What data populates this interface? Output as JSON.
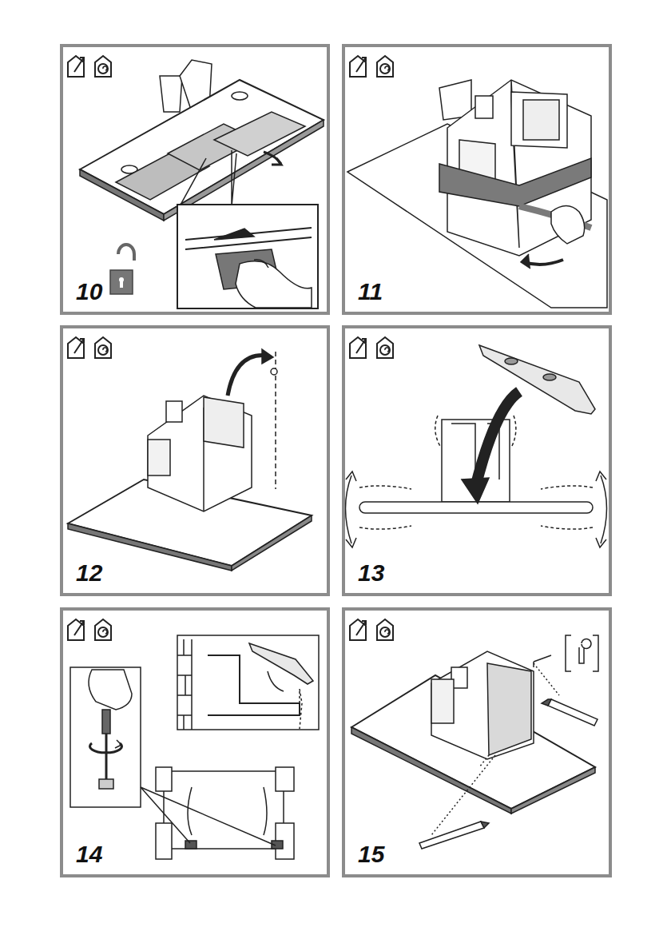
{
  "diagram": {
    "nodes": [
      {
        "text": [
          "10"
        ]
      },
      {
        "text": [
          "11"
        ]
      },
      {
        "text": [
          "12"
        ]
      },
      {
        "text": [
          "13"
        ]
      },
      {
        "text": [
          "14"
        ]
      },
      {
        "text": [
          "15"
        ]
      }
    ]
  }
}
